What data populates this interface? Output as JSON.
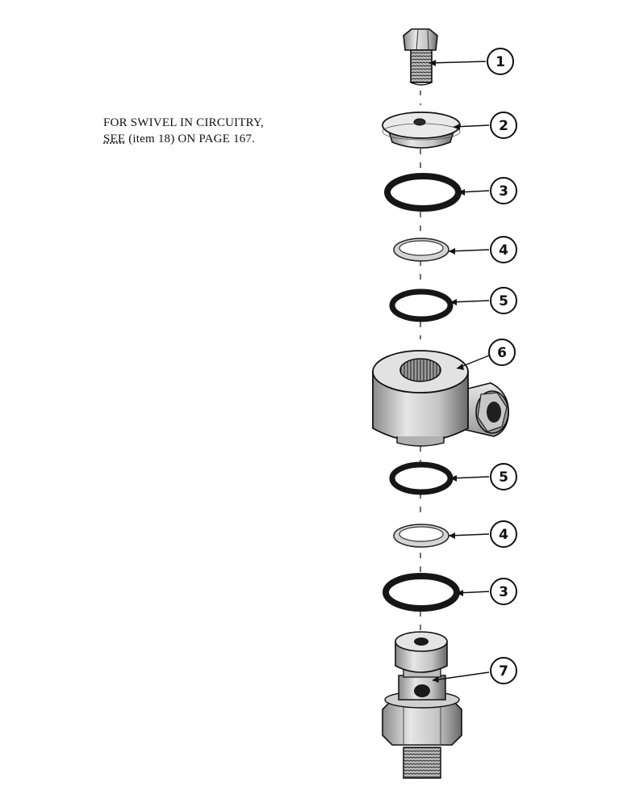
{
  "note": {
    "line1": "FOR SWIVEL IN CIRCUITRY,",
    "line2_prefix": "SEE",
    "line2_rest": " (item 18) ON PAGE 167."
  },
  "callouts": [
    {
      "id": "callout-1",
      "label": "1",
      "part": "cap-screw-icon"
    },
    {
      "id": "callout-2",
      "label": "2",
      "part": "cap-washer-icon"
    },
    {
      "id": "callout-3a",
      "label": "3",
      "part": "o-ring-large-icon"
    },
    {
      "id": "callout-4a",
      "label": "4",
      "part": "backup-ring-icon"
    },
    {
      "id": "callout-5a",
      "label": "5",
      "part": "o-ring-small-icon"
    },
    {
      "id": "callout-6",
      "label": "6",
      "part": "swivel-body-icon"
    },
    {
      "id": "callout-5b",
      "label": "5",
      "part": "o-ring-small-icon"
    },
    {
      "id": "callout-4b",
      "label": "4",
      "part": "backup-ring-icon"
    },
    {
      "id": "callout-3b",
      "label": "3",
      "part": "o-ring-large-icon"
    },
    {
      "id": "callout-7",
      "label": "7",
      "part": "swivel-stem-icon"
    }
  ],
  "colors": {
    "ink": "#111111",
    "metal_light": "#d9d9d9",
    "metal_mid": "#a8a8a8",
    "metal_dark": "#555555"
  }
}
